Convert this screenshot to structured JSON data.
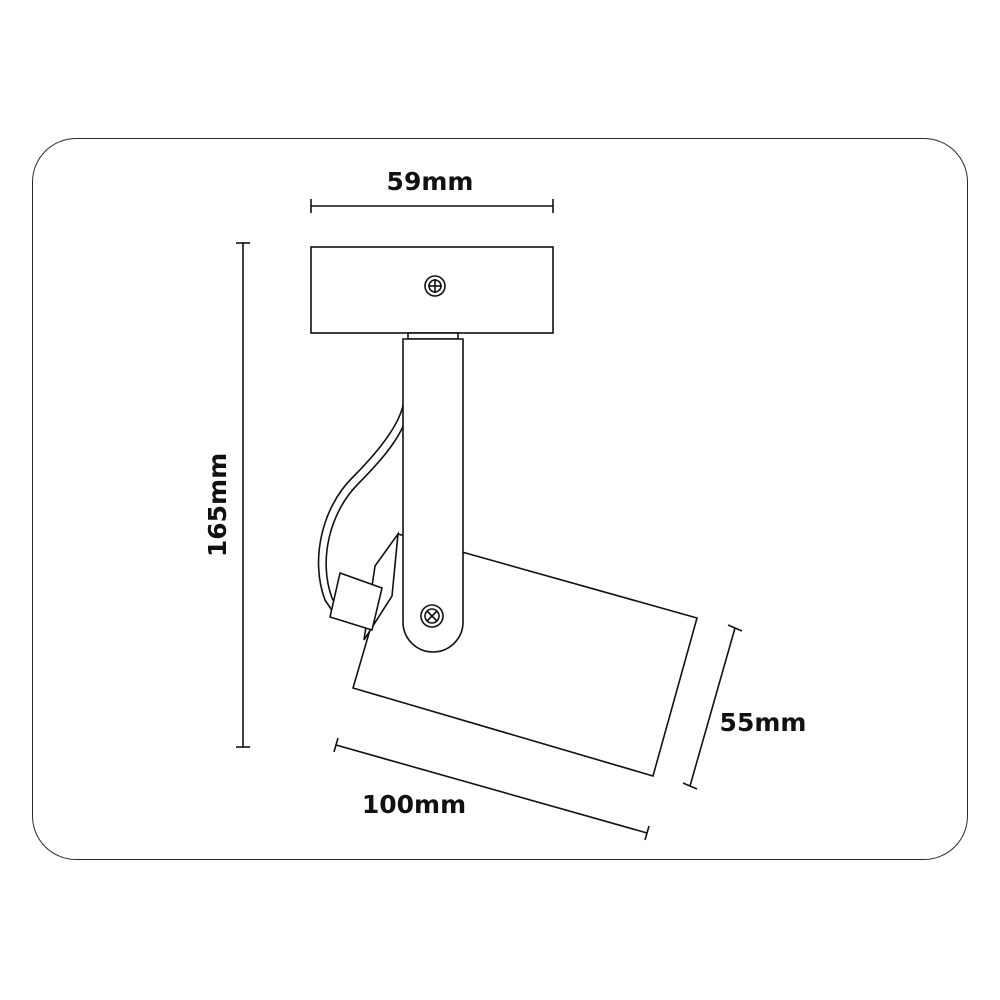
{
  "dimensions": {
    "width_top": "59mm",
    "height": "165mm",
    "head_diameter": "55mm",
    "head_length": "100mm"
  },
  "colors": {
    "line": "#111111",
    "frame": "#2a2a2a",
    "background": "#ffffff"
  }
}
